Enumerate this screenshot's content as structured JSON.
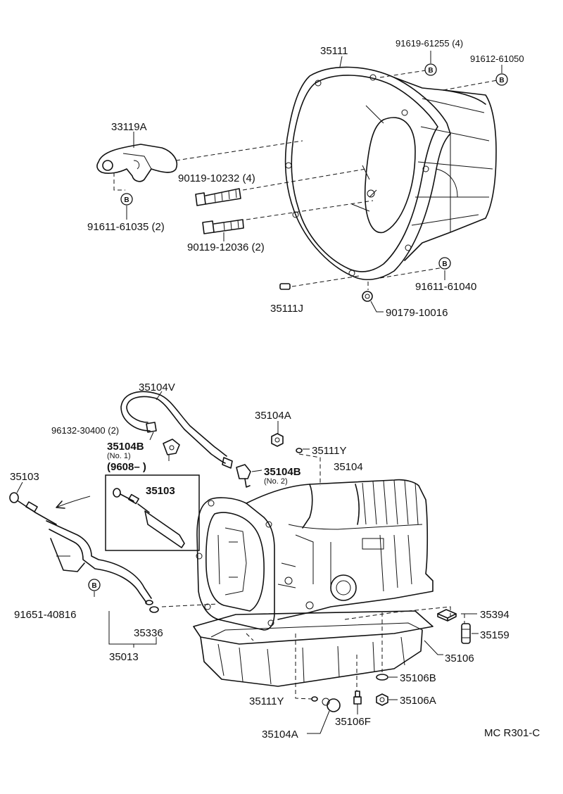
{
  "labels": {
    "l35111": "35111",
    "l91619": "91619-61255 (4)",
    "l91612": "91612-61050",
    "l33119": "33119A",
    "l90119a": "90119-10232 (4)",
    "l91611a": "91611-61035 (2)",
    "l90119b": "90119-12036 (2)",
    "l91611b": "91611-61040",
    "l35111j": "35111J",
    "l90179": "90179-10016",
    "l35104v": "35104V",
    "l35104a_top": "35104A",
    "l96132": "96132-30400 (2)",
    "l35104b1": "35104B",
    "l35104b1_sub": "(No. 1)",
    "l9608": "(9608–          )",
    "l35111y_top": "35111Y",
    "l35104": "35104",
    "l35104b2": "35104B",
    "l35104b2_sub": "(No. 2)",
    "l35103_left": "35103",
    "l35103_inset": "35103",
    "l91651": "91651-40816",
    "l35336": "35336",
    "l35013": "35013",
    "l35394": "35394",
    "l35159": "35159",
    "l35106": "35106",
    "l35106b": "35106B",
    "l35111y_bot": "35111Y",
    "l35106a": "35106A",
    "l35106f": "35106F",
    "l35104a_bot": "35104A",
    "ref": "MC R301-C"
  },
  "marks": {
    "b": "B"
  }
}
